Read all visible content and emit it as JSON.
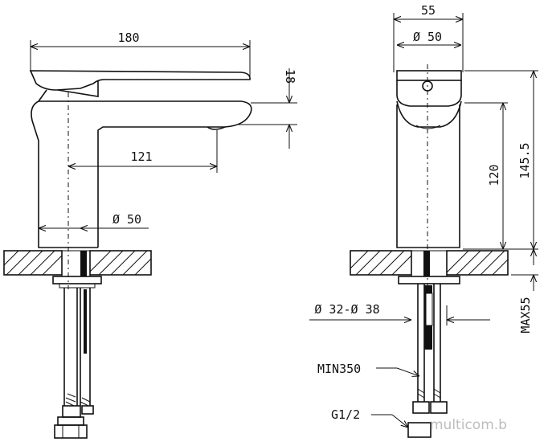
{
  "dimensions": {
    "side_width": "180",
    "lever_height": "18",
    "spout_reach": "121",
    "side_body_dia": "Ø 50",
    "front_width": "55",
    "front_top_dia": "Ø 50",
    "front_height_120": "120",
    "front_height_145": "145.5",
    "hole_dia": "Ø 32-Ø 38",
    "max_deck": "MAX55",
    "hose_length": "MIN350",
    "connection": "G1/2"
  },
  "watermark": "multicom.b"
}
